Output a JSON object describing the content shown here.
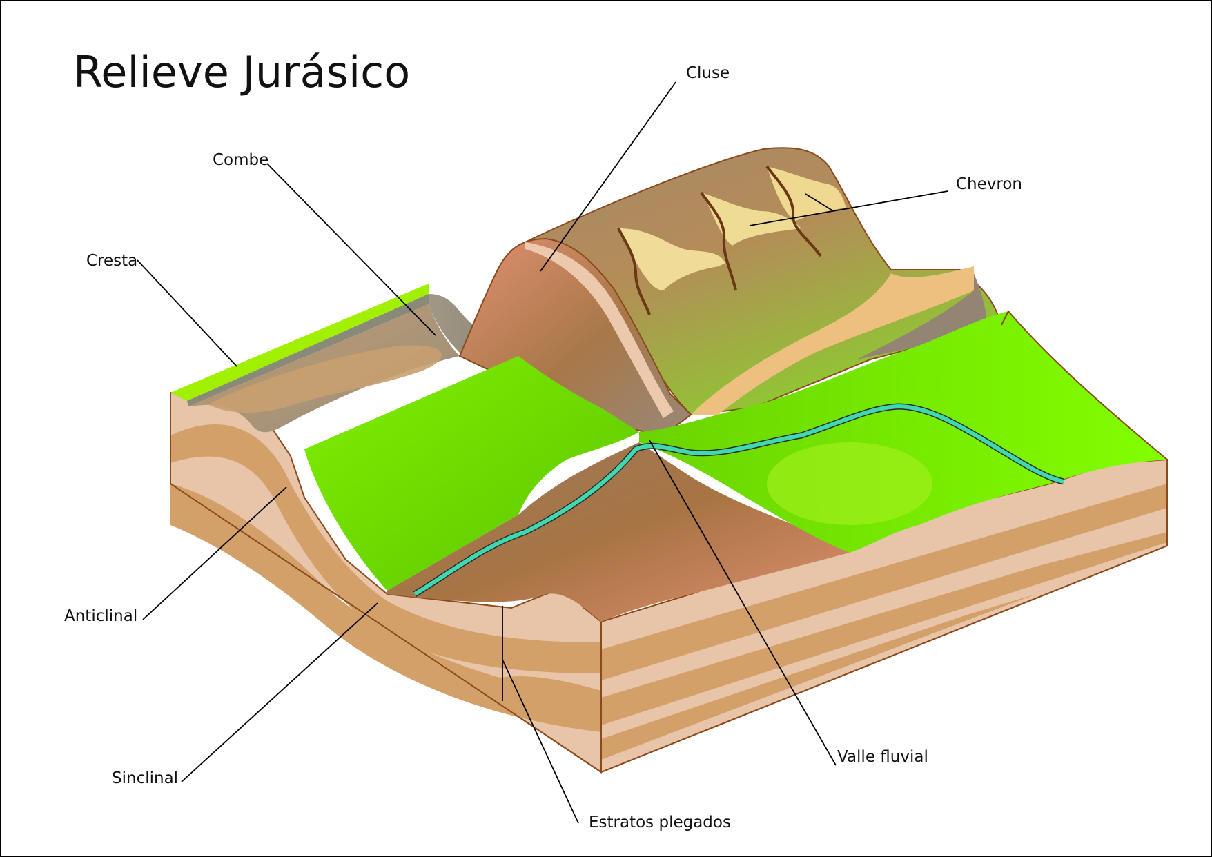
{
  "title": "Relieve Jurásico",
  "labels": {
    "cluse": "Cluse",
    "combe": "Combe",
    "chevron": "Chevron",
    "cresta": "Cresta",
    "anticlinal": "Anticlinal",
    "sinclinal": "Sinclinal",
    "estratos": "Estratos plegados",
    "valle": "Valle fluvial"
  },
  "colors": {
    "stratum_light": "#e8c4a8",
    "stratum_dark": "#d4a06a",
    "vegetation": "#66cc00",
    "vegetation_bright": "#80ff00",
    "rock_brown": "#a87c4c",
    "rock_pink": "#e09070",
    "rock_grey": "#988878",
    "river": "#40d8b0",
    "outline": "#8a4a1c"
  }
}
